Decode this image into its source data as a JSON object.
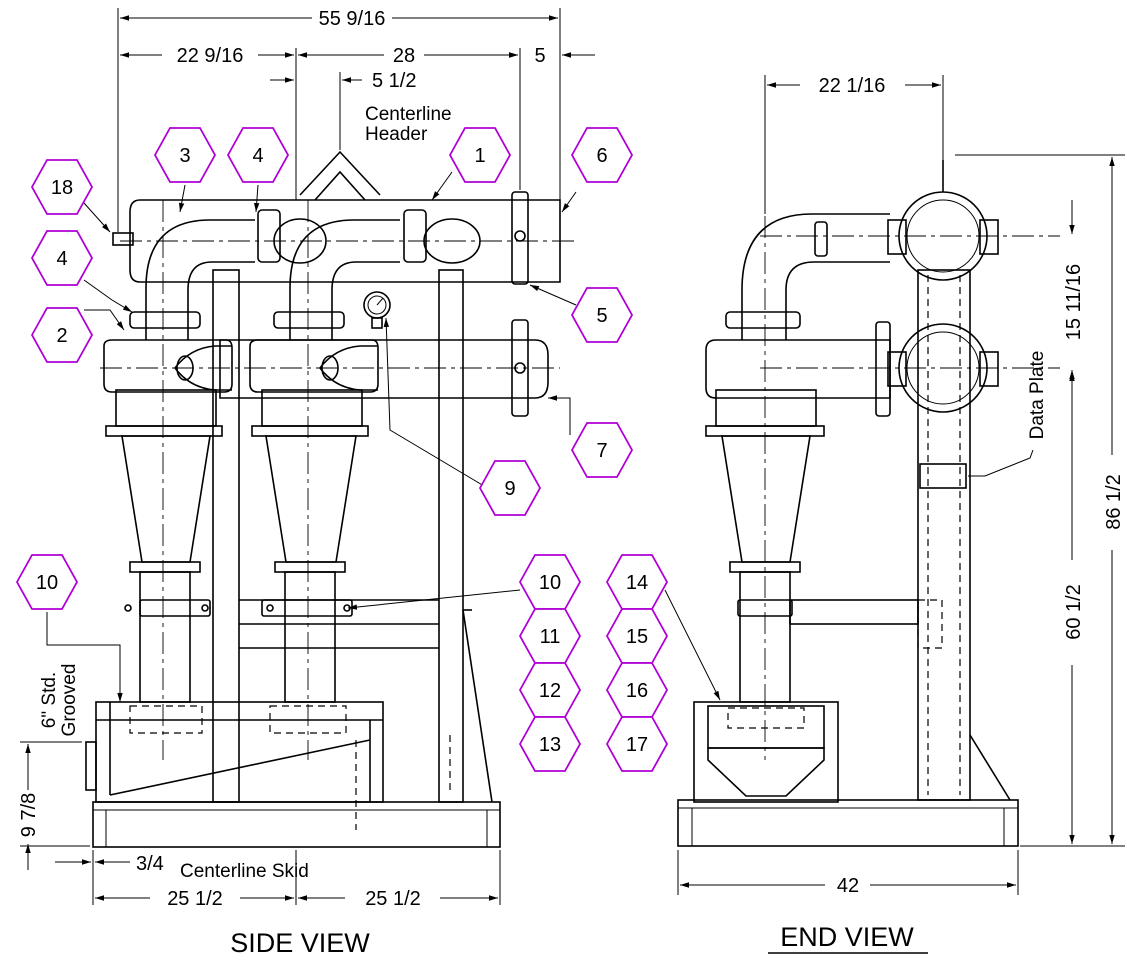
{
  "dimensions": {
    "overall_width": "55 9/16",
    "left_to_centerline": "22 9/16",
    "header_span": "28",
    "header_extension": "5",
    "header_offset": "5 1/2",
    "skid_offset": "3/4",
    "skid_half_left": "25 1/2",
    "skid_half_right": "25 1/2",
    "inlet_height": "9 7/8",
    "end_offset": "22 1/16",
    "header_spacing": "15 11/16",
    "inlet_header_height": "60 1/2",
    "overall_height": "86 1/2",
    "end_width": "42"
  },
  "labels": {
    "centerline_header_1": "Centerline",
    "centerline_header_2": "Header",
    "centerline_skid": "Centerline Skid",
    "grooved_1": "6\" Std.",
    "grooved_2": "Grooved",
    "data_plate": "Data Plate"
  },
  "titles": {
    "side_view": "SIDE VIEW",
    "end_view": "END VIEW"
  },
  "callouts": {
    "c18": "18",
    "c3": "3",
    "c4a": "4",
    "c1": "1",
    "c6": "6",
    "c4b": "4",
    "c2": "2",
    "c5": "5",
    "c7": "7",
    "c9": "9",
    "c10a": "10",
    "c10b": "10",
    "c11": "11",
    "c12": "12",
    "c13": "13",
    "c14": "14",
    "c15": "15",
    "c16": "16",
    "c17": "17"
  }
}
